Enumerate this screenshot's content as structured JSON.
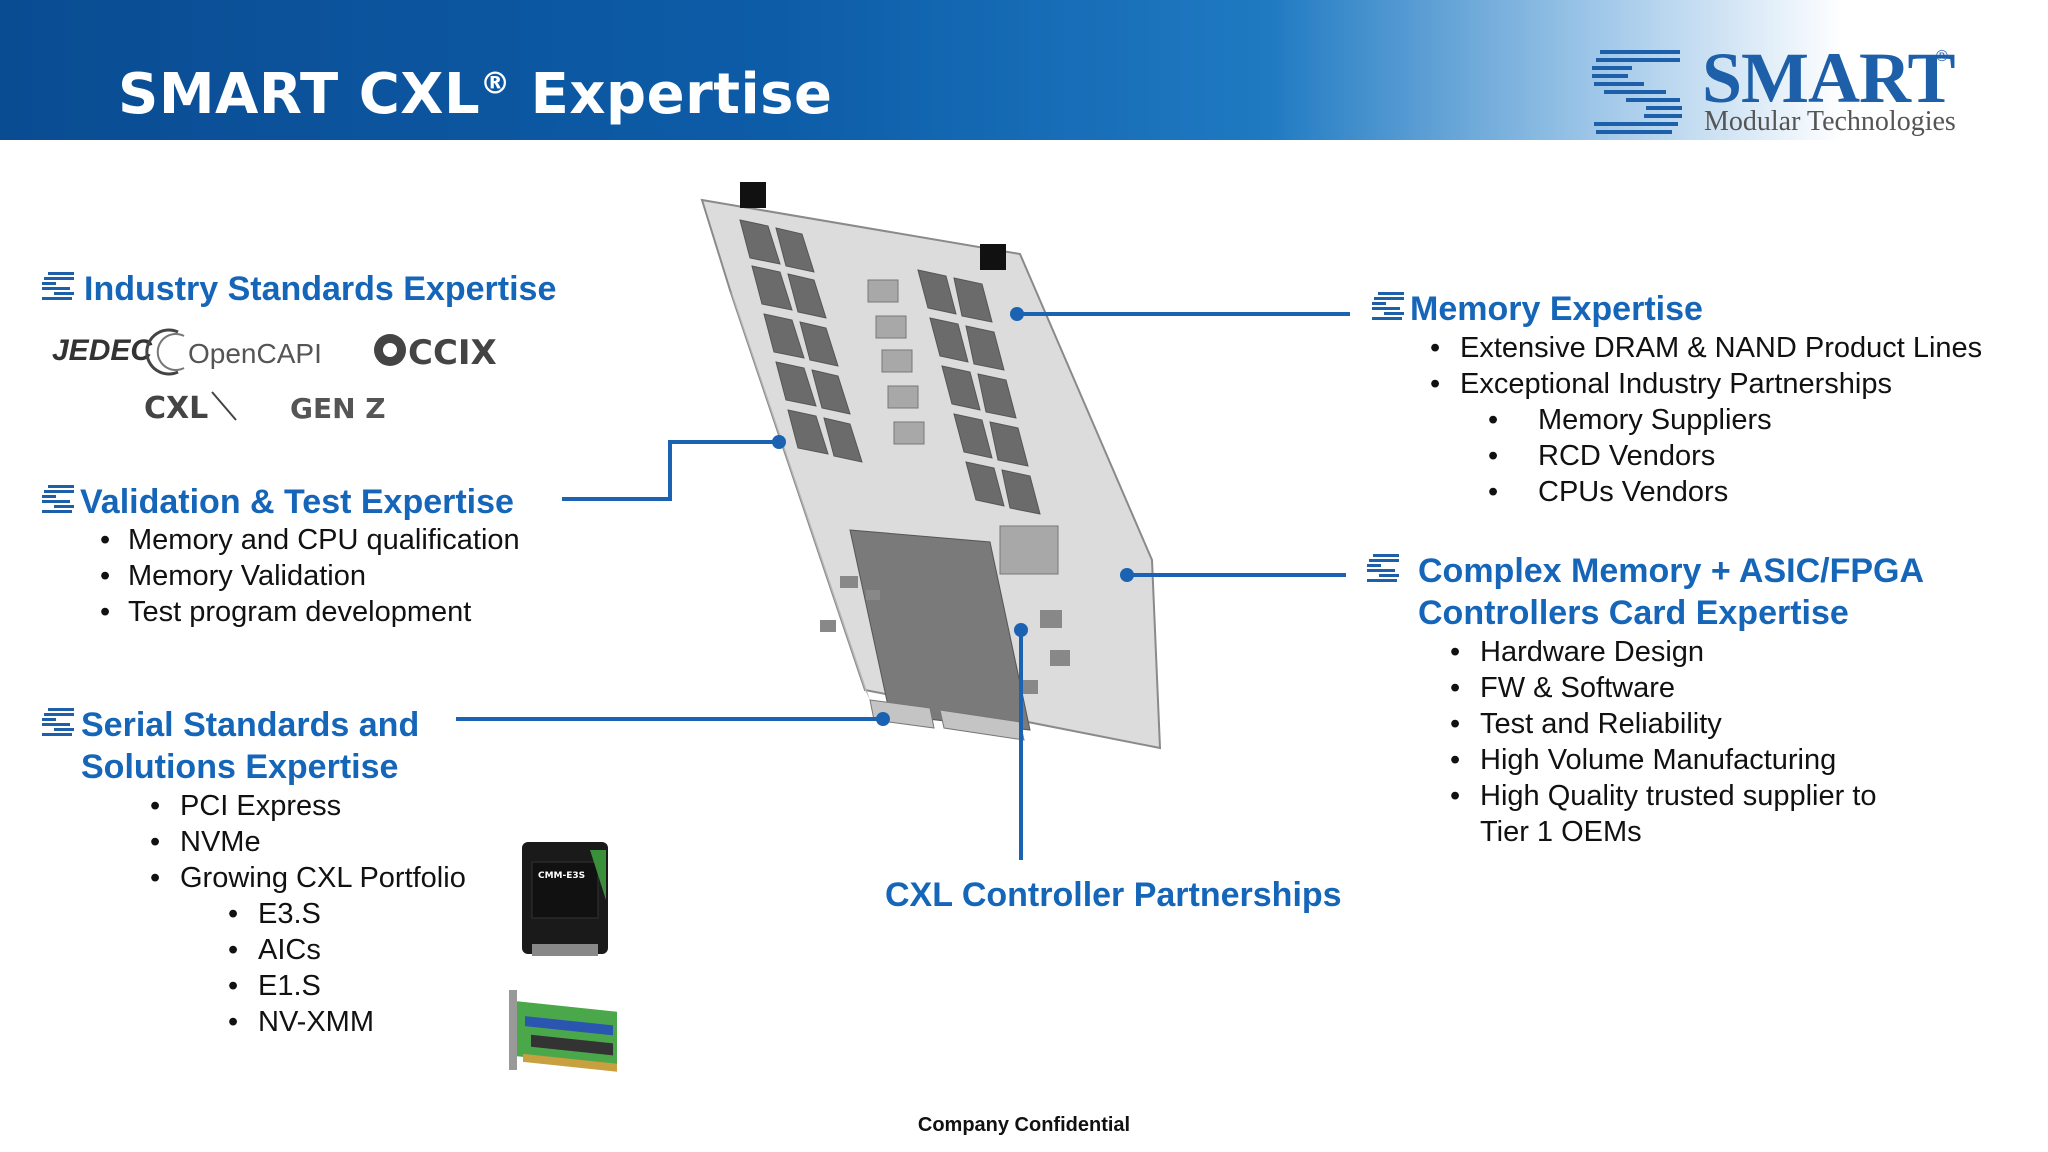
{
  "header": {
    "title": "SMART CXL",
    "title_reg": "®",
    "title_suffix": " Expertise"
  },
  "logo": {
    "word": "SMART",
    "reg": "®",
    "sub": "Modular Technologies"
  },
  "standards_logos": [
    "JEDEC",
    "OpenCAPI",
    "CCIX",
    "CXL",
    "GEN Z"
  ],
  "left": {
    "industry": {
      "title": "Industry Standards Expertise"
    },
    "validation": {
      "title": "Validation & Test Expertise",
      "items": [
        "Memory and CPU qualification",
        "Memory Validation",
        "Test program development"
      ]
    },
    "serial": {
      "title_line1": "Serial Standards and",
      "title_line2": "Solutions Expertise",
      "items": [
        "PCI Express",
        "NVMe",
        "Growing CXL Portfolio"
      ],
      "subitems": [
        "E3.S",
        "AICs",
        "E1.S",
        "NV-XMM"
      ]
    }
  },
  "right": {
    "memory": {
      "title": "Memory Expertise",
      "items": [
        "Extensive DRAM & NAND Product Lines",
        "Exceptional Industry Partnerships"
      ],
      "subitems": [
        "Memory Suppliers",
        "RCD Vendors",
        "CPUs Vendors"
      ]
    },
    "complex": {
      "title_line1": "Complex Memory + ASIC/FPGA",
      "title_line2": "Controllers Card Expertise",
      "items": [
        "Hardware Design",
        "FW & Software",
        "Test and Reliability",
        "High Volume Manufacturing",
        "High Quality trusted supplier to",
        "Tier 1 OEMs"
      ]
    }
  },
  "center": {
    "cxl_partnerships": "CXL Controller Partnerships"
  },
  "product": {
    "card_label": "CMM-E3S"
  },
  "footer": {
    "text": "Company Confidential"
  },
  "colors": {
    "accent": "#1565b8",
    "header_blue": "#0a4c92"
  }
}
